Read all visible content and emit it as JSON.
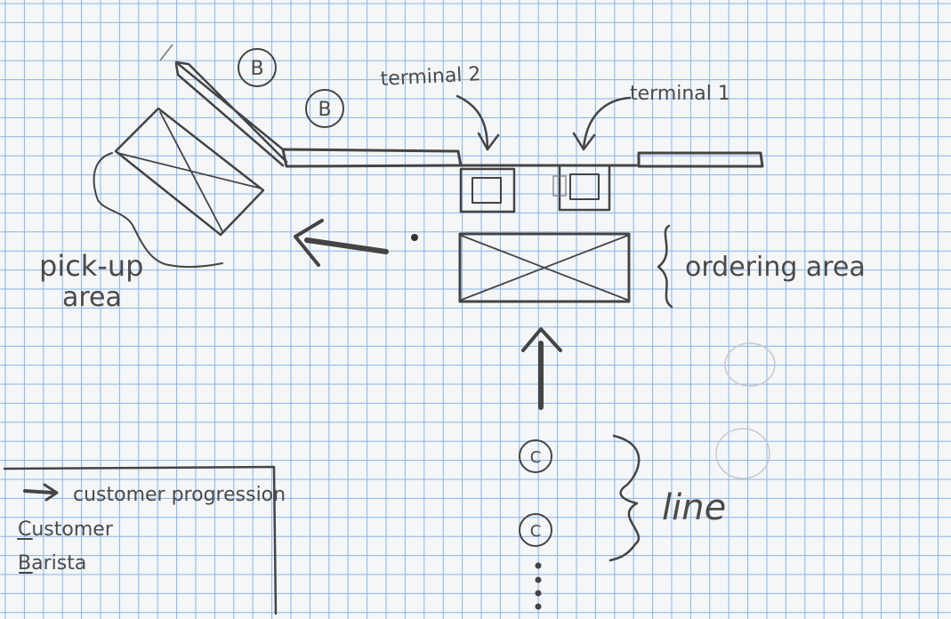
{
  "labels": {
    "terminal_2": "terminal 2",
    "terminal_1": "terminal 1",
    "ordering_area": "ordering area",
    "pick_up_line1": "pick-up",
    "pick_up_line2": "area",
    "line": "line",
    "barista_marker": "B",
    "customer_marker": "C"
  },
  "legend": {
    "progression": "customer progression",
    "customer": "Customer",
    "barista": "Barista"
  },
  "colors": {
    "paper": "#f4f6f8",
    "grid": "#8ab4e6",
    "pencil": "#444444"
  }
}
